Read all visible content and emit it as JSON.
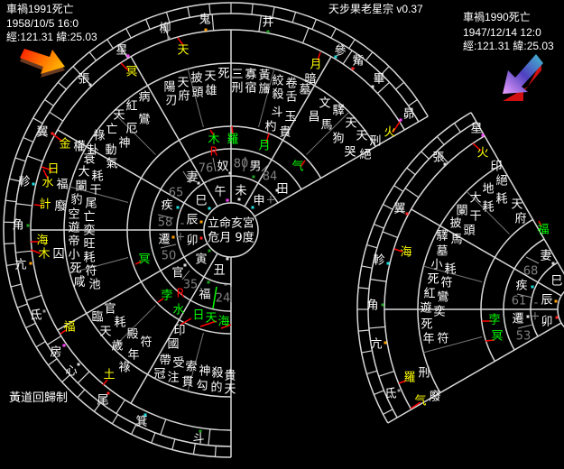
{
  "app": {
    "title": "天步果老星宗 v0.37",
    "footer": "黃道回歸制"
  },
  "colors": {
    "text": "#ffffff",
    "outer_planet": "#ffff00",
    "inner_planet": "#00ff00",
    "retro": "#ff0000",
    "age": "#808080",
    "line": "#d8d8d8"
  },
  "chart1": {
    "caption": "車禍1991死亡",
    "datetime": "1958/10/5 16:0",
    "coords": "經:121.31 緯:25.03",
    "arrow_icon": "red-arrow",
    "center_line1": "立命亥宮",
    "center_line2": "危月 9度",
    "mansions": [
      "柳",
      "鬼",
      "井",
      "星",
      "張",
      "參",
      "觜",
      "畢",
      "昴",
      "翼",
      "軫",
      "角",
      "亢",
      "氐",
      "房",
      "心",
      "尾",
      "箕",
      "斗"
    ],
    "outer_planets": [
      "天",
      "冥",
      "月",
      "火",
      "金",
      "日",
      "水",
      "計",
      "海",
      "木",
      "福",
      "土"
    ],
    "notes": [
      "暗",
      "刑",
      "權",
      "福",
      "廢",
      "囚",
      "祿"
    ],
    "stars": [
      "陽",
      "刃",
      "天",
      "府",
      "披",
      "頭",
      "天",
      "雄",
      "死",
      "三",
      "刑",
      "寡",
      "宿",
      "黃",
      "旛",
      "絞",
      "殺",
      "卷",
      "舌",
      "墓",
      "文",
      "昌",
      "驛",
      "馬",
      "天",
      "狗",
      "天",
      "哭",
      "絕",
      "斗",
      "玉",
      "杓",
      "貴",
      "病",
      "紅",
      "鸞",
      "天",
      "厄",
      "亡",
      "神",
      "祿",
      "動",
      "卦",
      "氣",
      "衰",
      "大",
      "耗",
      "闌",
      "干",
      "豹",
      "尾",
      "空",
      "亡",
      "遊",
      "奕",
      "帝",
      "旺",
      "小",
      "耗",
      "死",
      "符",
      "咸",
      "池",
      "官",
      "臨",
      "耗",
      "天",
      "殿",
      "歲",
      "符",
      "年",
      "印",
      "國",
      "帶",
      "冠",
      "受",
      "注",
      "索",
      "貫",
      "神",
      "勾",
      "殺",
      "的",
      "貴",
      "天"
    ],
    "inner_planets": [
      "木",
      "羅",
      "月",
      "气",
      "冥",
      "孛",
      "水",
      "日",
      "天",
      "海"
    ],
    "retro": [
      "R",
      "R"
    ],
    "palaces": [
      "奴",
      "男",
      "田",
      "妻",
      "疾",
      "遷",
      "官",
      "福"
    ],
    "ages": [
      "76",
      "80",
      "84",
      "65",
      "58",
      "50",
      "35",
      "24"
    ],
    "branches": [
      "巳",
      "午",
      "未",
      "申",
      "辰",
      "卯",
      "寅",
      "丑"
    ],
    "signs": [
      "-",
      "+",
      "-",
      "+",
      "-"
    ]
  },
  "chart2": {
    "caption": "車禍1990死亡",
    "datetime": "1947/12/14 12:0",
    "coords": "經:121.31 緯:25.03",
    "arrow_icon": "purple-arrow",
    "mansions": [
      "星",
      "張",
      "翼",
      "軫",
      "角",
      "亢",
      "氐"
    ],
    "outer_planets": [
      "火",
      "海",
      "羅",
      "气"
    ],
    "notes": [
      "印",
      "刑",
      "廢"
    ],
    "stars": [
      "絕",
      "地",
      "耗",
      "大",
      "闌",
      "耗",
      "干",
      "披",
      "頭",
      "驛",
      "馬",
      "墓",
      "小",
      "耗",
      "死",
      "符",
      "紅",
      "鸞",
      "遊",
      "奕",
      "死",
      "年",
      "符",
      "天",
      "府"
    ],
    "inner_planets": [
      "福",
      "孛",
      "冥"
    ],
    "palaces": [
      "妻",
      "疾",
      "遷"
    ],
    "ages": [
      "68",
      "61",
      "53"
    ],
    "branches": [
      "巳",
      "辰",
      "卯"
    ],
    "signs": [
      "-",
      "+"
    ]
  }
}
